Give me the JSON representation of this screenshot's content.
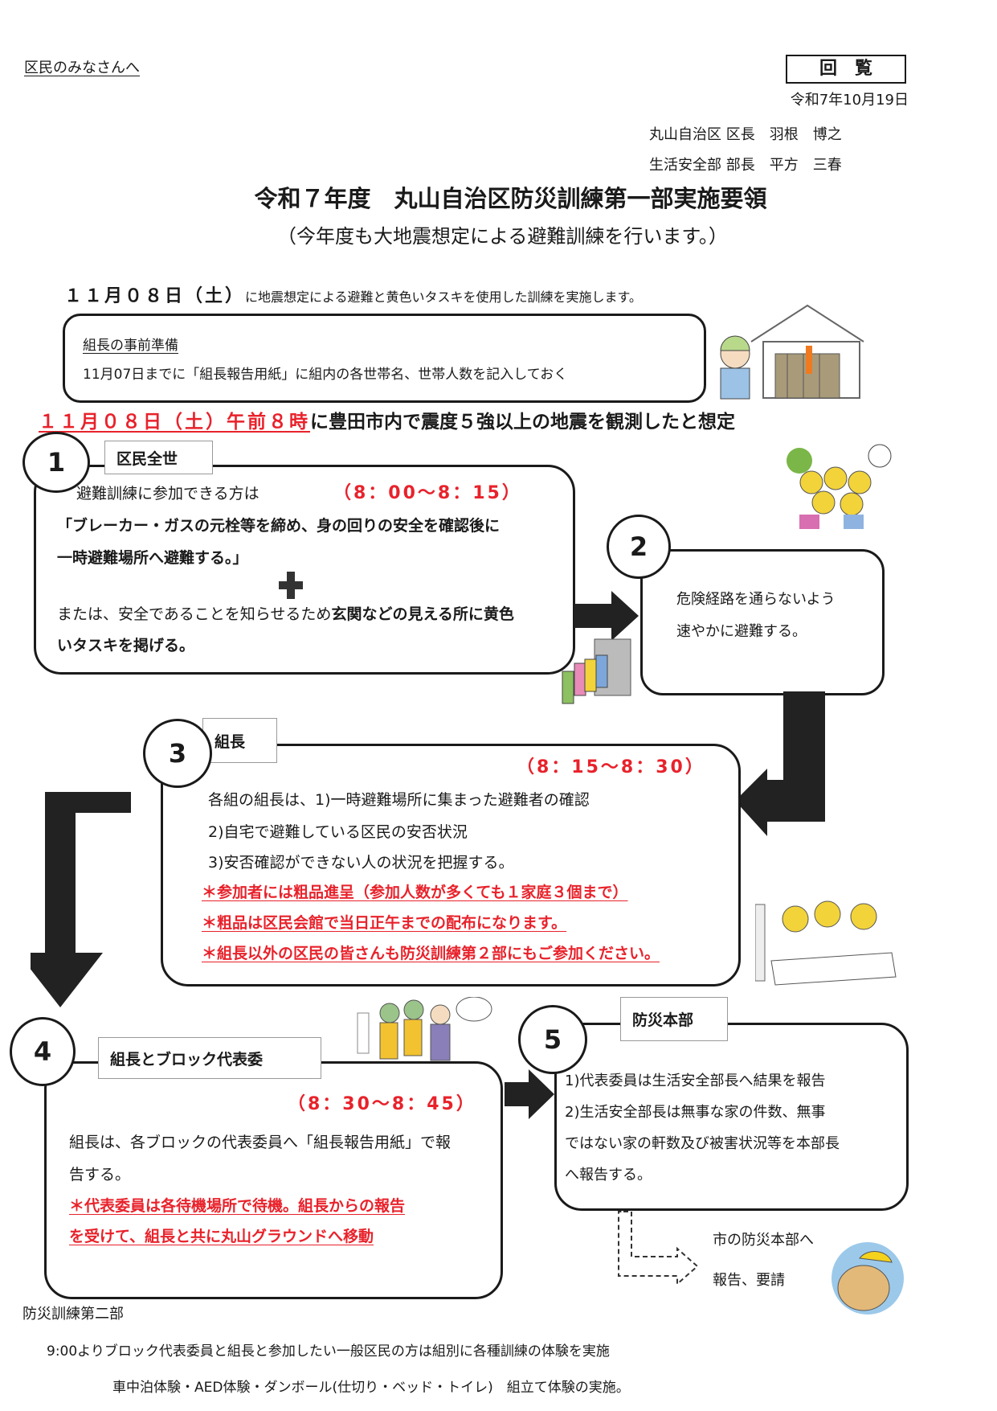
{
  "header": {
    "addressee": "区民のみなさんへ",
    "circulation_badge": "回　覧",
    "date": "令和7年10月19日",
    "author1": "丸山自治区 区長　羽根　博之",
    "author2": "生活安全部 部長　平方　三春"
  },
  "title": "令和７年度　丸山自治区防災訓練第一部実施要領",
  "subtitle": "（今年度も大地震想定による避難訓練を行います。）",
  "intro": {
    "date": "１１月０８日（土）",
    "text": "に地震想定による避難と黄色いタスキを使用した訓練を実施します。"
  },
  "prep": {
    "label": "組長の事前準備",
    "text": "11月07日までに「組長報告用紙」に組内の各世帯名、世帯人数を記入しておく"
  },
  "scenario": {
    "red": "１１月０８日（土）午前８時",
    "black": "に豊田市内で震度５強以上の地震を観測したと想定"
  },
  "steps": [
    {
      "number": "1",
      "label": "区民全世",
      "time": "（8：00～8：15）",
      "line1": "避難訓練に参加できる方は",
      "line2": "「ブレーカー・ガスの元栓等を締め、身の回りの安全を確認後に",
      "line3": "一時避難場所へ避難する。」",
      "line4_normal": "または、安全であることを知らせるため",
      "line4_bold": "玄関などの見える所に黄色",
      "line5": "いタスキを掲げる。"
    },
    {
      "number": "2",
      "line1": "危険経路を通らないよう",
      "line2": "速やかに避難する。"
    },
    {
      "number": "3",
      "label": "組長",
      "time": "（8：15～8：30）",
      "line1": "各組の組長は、1)一時避難場所に集まった避難者の確認",
      "line2": "2)自宅で避難している区民の安否状況",
      "line3": "3)安否確認ができない人の状況を把握する。",
      "note1": "＊参加者には粗品進呈（参加人数が多くても１家庭３個まで）",
      "note2": "＊粗品は区民会館で当日正午までの配布になります。",
      "note3": "＊組長以外の区民の皆さんも防災訓練第２部にもご参加ください。"
    },
    {
      "number": "4",
      "label": "組長とブロック代表委",
      "time": "（8：30～8：45）",
      "line1": "組長は、各ブロックの代表委員へ「組長報告用紙」で報",
      "line2": "告する。",
      "note1": "＊代表委員は各待機場所で待機。組長からの報告",
      "note2": "を受けて、組長と共に丸山グラウンドへ移動"
    },
    {
      "number": "5",
      "label": "防災本部",
      "line1": "1)代表委員は生活安全部長へ結果を報告",
      "line2": "2)生活安全部長は無事な家の件数、無事",
      "line3": "ではない家の軒数及び被害状況等を本部長",
      "line4": "へ報告する。"
    }
  ],
  "city_report": {
    "line1": "市の防災本部へ",
    "line2": "報告、要請"
  },
  "part2": {
    "heading": "防災訓練第二部",
    "line1": "9:00よりブロック代表委員と組長と参加したい一般区民の方は組別に各種訓練の体験を実施",
    "line2": "車中泊体験・AED体験・ダンボール(仕切り・ベッド・トイレ)　組立て体験の実施。"
  },
  "colors": {
    "accent_red": "#e8222b",
    "ink": "#1a1a1a"
  }
}
